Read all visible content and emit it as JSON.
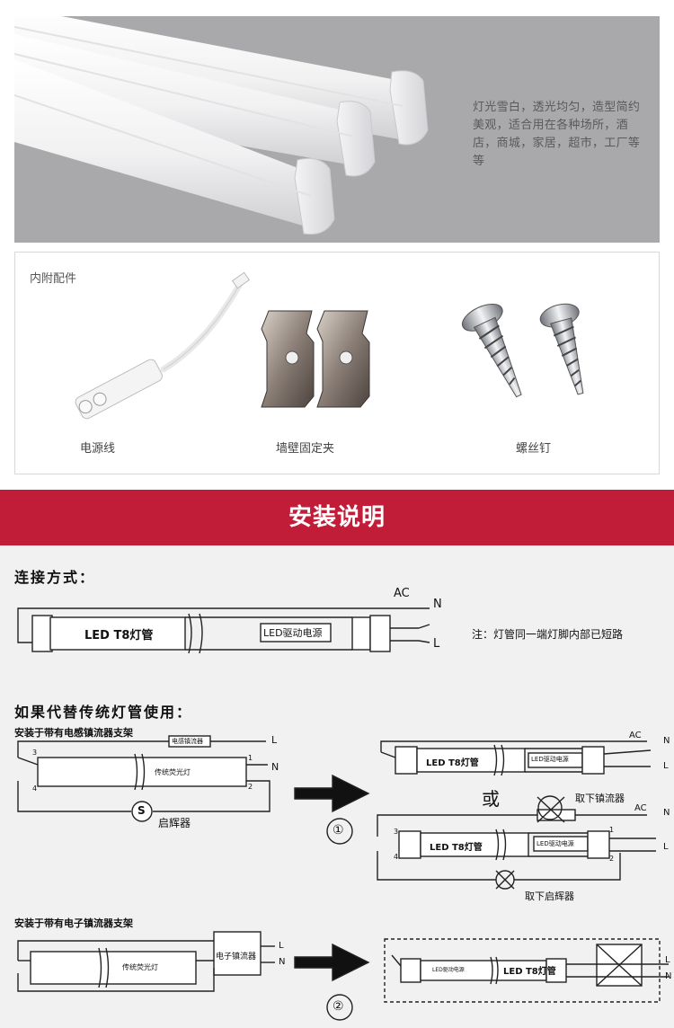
{
  "hero": {
    "description": "灯光雪白，透光均匀，造型简约美观，适合用在各种场所，酒店，商城，家居，超市，工厂等等"
  },
  "accessories": {
    "title": "内附配件",
    "items": [
      {
        "label": "电源线"
      },
      {
        "label": "墙壁固定夹"
      },
      {
        "label": "螺丝钉"
      }
    ]
  },
  "banner": {
    "title": "安装说明"
  },
  "diagram": {
    "connection_title": "连接方式：",
    "ac": "AC",
    "n": "N",
    "l": "L",
    "led_t8": "LED T8灯管",
    "led_driver": "LED驱动电源",
    "note": "注：灯管同一端灯脚内部已短路",
    "replace_title": "如果代替传统灯管使用：",
    "inductive_title": "安装于带有电感镇流器支架",
    "inductive_ballast": "电感镇流器",
    "traditional_tube": "传统荧光灯",
    "starter": "启辉器",
    "starter_symbol": "S",
    "or": "或",
    "remove_ballast": "取下镇流器",
    "remove_starter": "取下启辉器",
    "electronic_title": "安装于带有电子镇流器支架",
    "electronic_ballast": "电子镇流器",
    "step1": "①",
    "step2": "②",
    "pin1": "1",
    "pin2": "2",
    "pin3": "3",
    "pin4": "4"
  }
}
